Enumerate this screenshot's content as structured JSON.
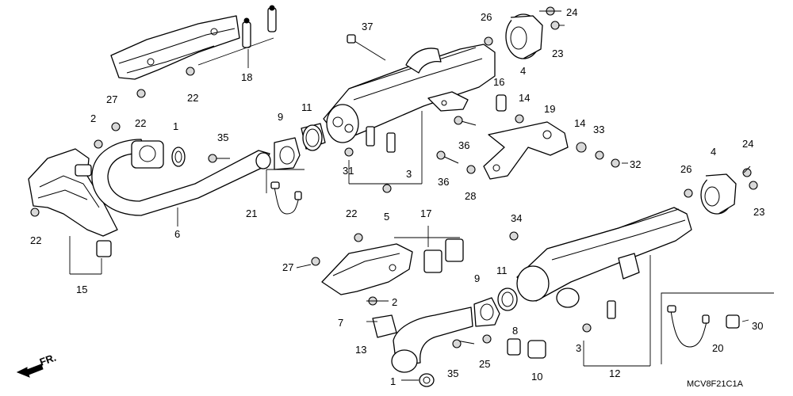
{
  "diagram": {
    "drawing_code": "MCV8F21C1A",
    "direction_label": "FR.",
    "callouts": {
      "c1a": "1",
      "c1b": "1",
      "c2a": "2",
      "c2b": "2",
      "c3a": "3",
      "c3b": "3",
      "c4a": "4",
      "c4b": "4",
      "c5": "5",
      "c6": "6",
      "c7": "7",
      "c8": "8",
      "c9a": "9",
      "c9b": "9",
      "c10": "10",
      "c11a": "11",
      "c11b": "11",
      "c12": "12",
      "c13": "13",
      "c14a": "14",
      "c14b": "14",
      "c15": "15",
      "c16": "16",
      "c17": "17",
      "c18": "18",
      "c19": "19",
      "c20": "20",
      "c21": "21",
      "c22a": "22",
      "c22b": "22",
      "c22c": "22",
      "c22d": "22",
      "c23a": "23",
      "c23b": "23",
      "c24a": "24",
      "c24b": "24",
      "c25": "25",
      "c26a": "26",
      "c26b": "26",
      "c27a": "27",
      "c27b": "27",
      "c28": "28",
      "c30": "30",
      "c31": "31",
      "c32": "32",
      "c33": "33",
      "c34": "34",
      "c35a": "35",
      "c35b": "35",
      "c36a": "36",
      "c36b": "36",
      "c37": "37"
    }
  }
}
